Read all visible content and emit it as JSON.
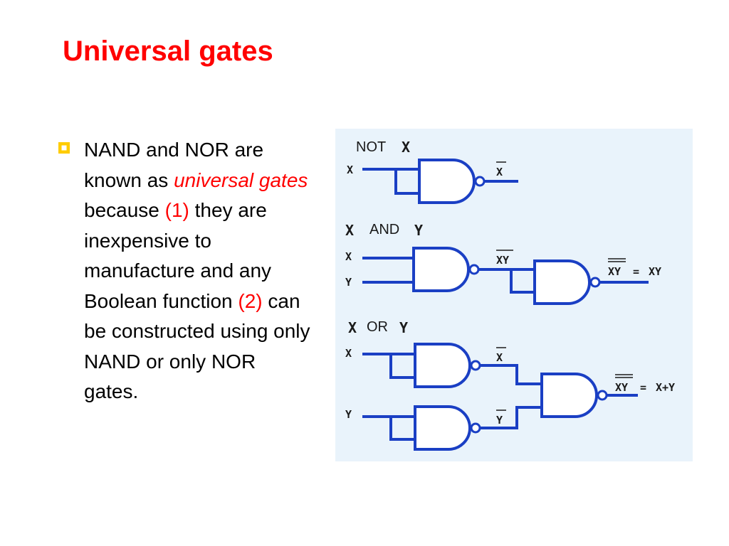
{
  "slide": {
    "title": "Universal gates",
    "bullet": {
      "icon": "hollow-square-bullet-icon",
      "icon_color": "#ffcc00",
      "segments": [
        {
          "text": "NAND and NOR are known as ",
          "style": "normal"
        },
        {
          "text": "universal gates",
          "style": "red-italic"
        },
        {
          "text": " because ",
          "style": "normal"
        },
        {
          "text": "(1)",
          "style": "red"
        },
        {
          "text": " they are inexpensive to manufacture and any Boolean function ",
          "style": "normal"
        },
        {
          "text": "(2)",
          "style": "red"
        },
        {
          "text": " can be constructed using only NAND or only NOR gates.",
          "style": "normal"
        }
      ]
    }
  },
  "diagram": {
    "not_section": {
      "title_word": "NOT",
      "title_var": "X",
      "input": "X",
      "output": "X"
    },
    "and_section": {
      "title_left": "X",
      "title_word": "AND",
      "title_right": "Y",
      "inputs": [
        "X",
        "Y"
      ],
      "mid_output": "XY",
      "final_output_lhs": "XY",
      "final_output_eq": "=",
      "final_output_rhs": "XY"
    },
    "or_section": {
      "title_left": "X",
      "title_word": "OR",
      "title_right": "Y",
      "inputs": [
        "X",
        "Y"
      ],
      "mid_outputs": [
        "X",
        "Y"
      ],
      "final_output_lhs": "XY",
      "final_output_eq": "=",
      "final_output_rhs": "X+Y"
    },
    "colors": {
      "gate_stroke": "#1a3fc4",
      "panel_bg": "#e9f3fb",
      "text": "#1a1a1a"
    }
  }
}
